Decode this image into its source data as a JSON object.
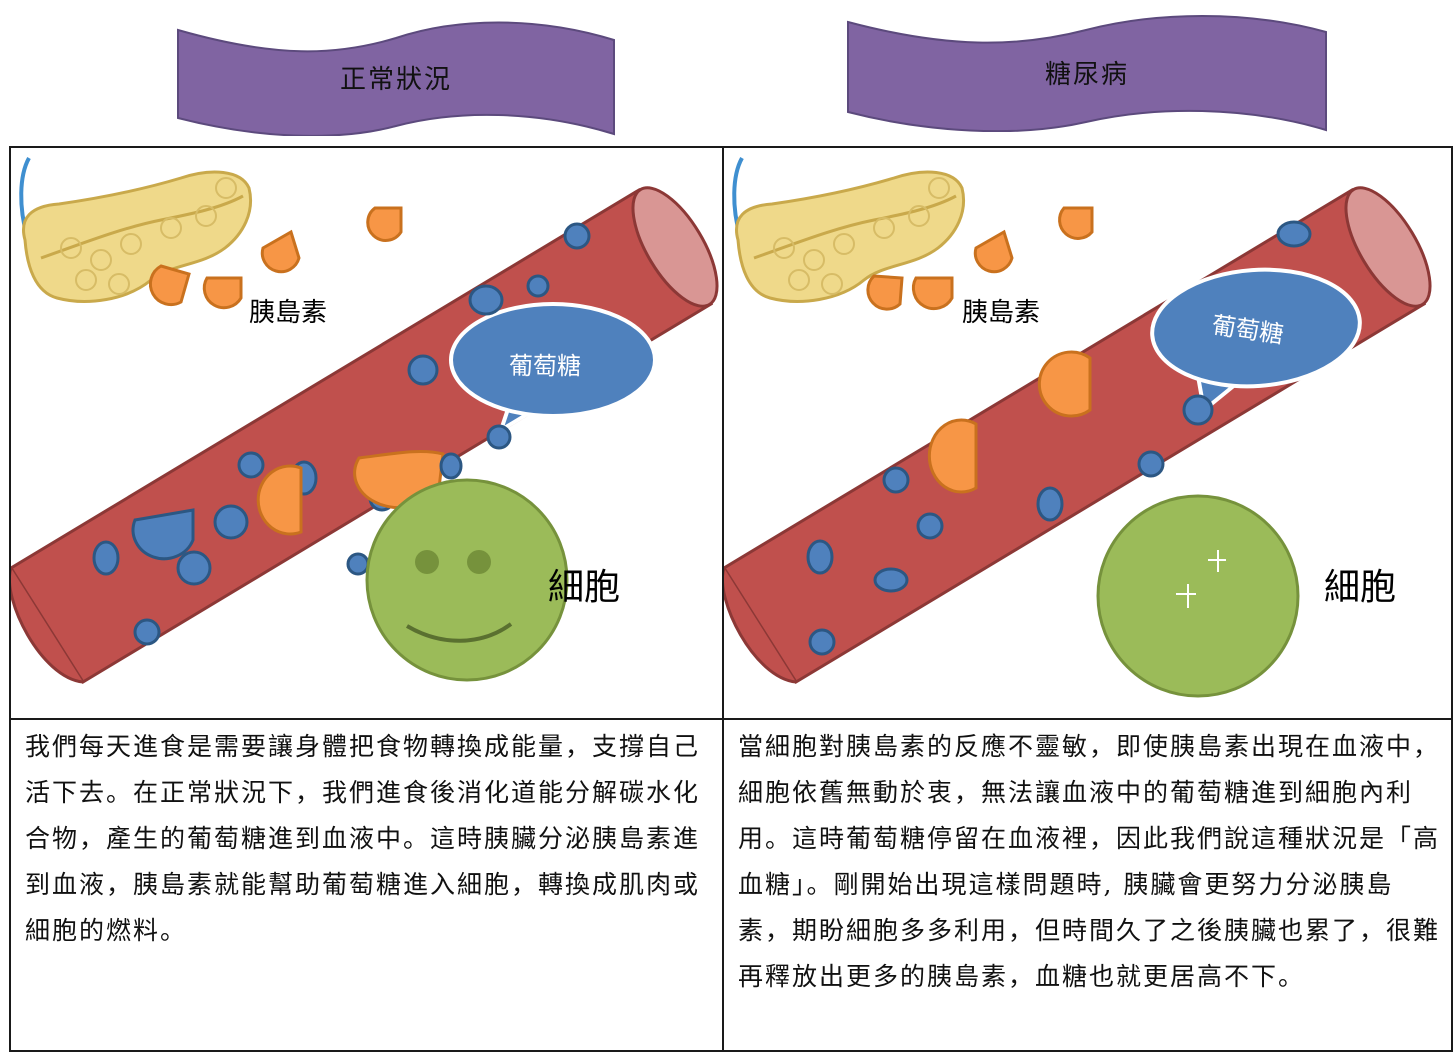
{
  "panels": {
    "normal": {
      "title": "正常狀況",
      "labels": {
        "insulin": "胰島素",
        "glucose": "葡萄糖",
        "cell": "細胞"
      },
      "description": "我們每天進食是需要讓身體把食物轉換成能量，支撐自己活下去。在正常狀況下，我們進食後消化道能分解碳水化合物，產生的葡萄糖進到血液中。這時胰臟分泌胰島素進到血液，胰島素就能幫助葡萄糖進入細胞，轉換成肌肉或細胞的燃料。"
    },
    "diabetes": {
      "title": "糖尿病",
      "labels": {
        "insulin": "胰島素",
        "glucose": "葡萄糖",
        "cell": "細胞"
      },
      "description": "當細胞對胰島素的反應不靈敏，即使胰島素出現在血液中，細胞依舊無動於衷，無法讓血液中的葡萄糖進到細胞內利用。這時葡萄糖停留在血液裡，因此我們說這種狀況是「高血糖」。剛開始出現這樣問題時, 胰臟會更努力分泌胰島素，期盼細胞多多利用，但時間久了之後胰臟也累了，很難再釋放出更多的胰島素，血糖也就更居高不下。"
    }
  },
  "colors": {
    "banner": "#8064a2",
    "vessel": "#c0504d",
    "glucose": "#4f81bd",
    "insulin": "#f79646",
    "cell": "#9bbb59",
    "pancreas": "#efd98a"
  }
}
